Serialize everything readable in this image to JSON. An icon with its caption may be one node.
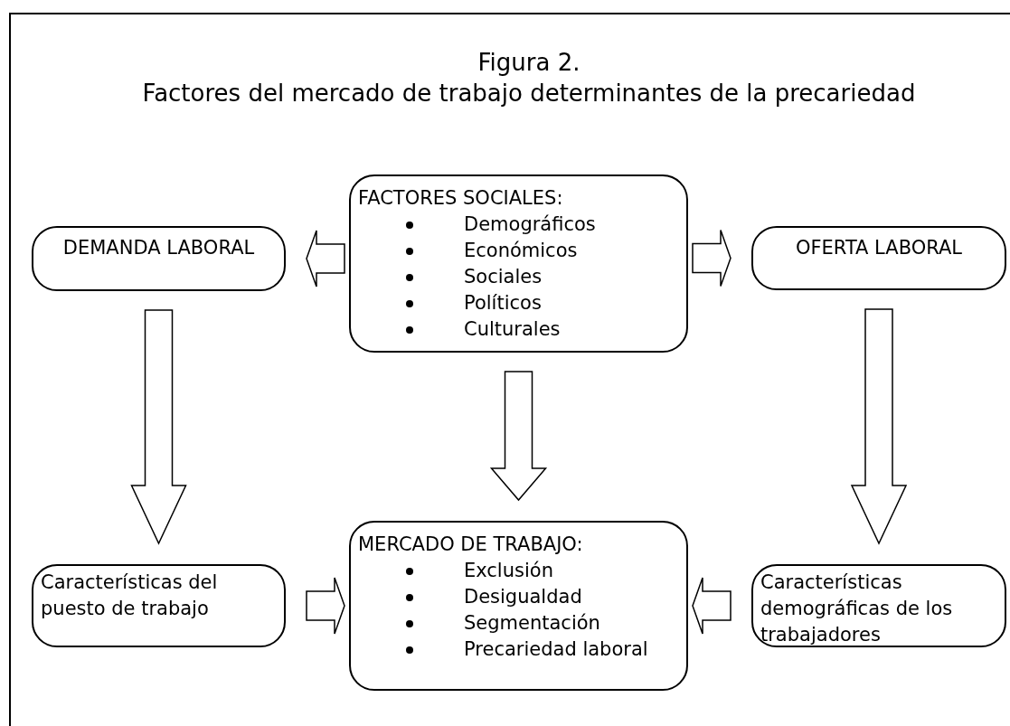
{
  "diagram": {
    "title": "Factores del mercado de trabajo determinantes de la precariedad",
    "labels": [
      "Figura 2."
    ],
    "nodes": [
      {
        "text": [
          "FACTORES SOCIALES:",
          "Demográficos",
          "Económicos",
          "Sociales",
          "Políticos",
          "Culturales"
        ]
      },
      {
        "text": [
          "DEMANDA LABORAL"
        ]
      },
      {
        "text": [
          "OFERTA LABORAL"
        ]
      },
      {
        "text": [
          "Características del puesto de trabajo"
        ]
      },
      {
        "text": [
          "MERCADO DE TRABAJO:",
          "Exclusión",
          "Desigualdad",
          "Segmentación",
          "Precariedad laboral"
        ]
      },
      {
        "text": [
          "Características demográficas de los trabajadores"
        ]
      }
    ],
    "edges": [
      {
        "from": 0,
        "to": 1,
        "arrow": "to"
      },
      {
        "from": 0,
        "to": 2,
        "arrow": "to"
      },
      {
        "from": 1,
        "to": 3,
        "arrow": "to"
      },
      {
        "from": 0,
        "to": 4,
        "arrow": "to"
      },
      {
        "from": 2,
        "to": 5,
        "arrow": "to"
      },
      {
        "from": 3,
        "to": 4,
        "arrow": "to"
      },
      {
        "from": 5,
        "to": 4,
        "arrow": "to"
      }
    ]
  }
}
